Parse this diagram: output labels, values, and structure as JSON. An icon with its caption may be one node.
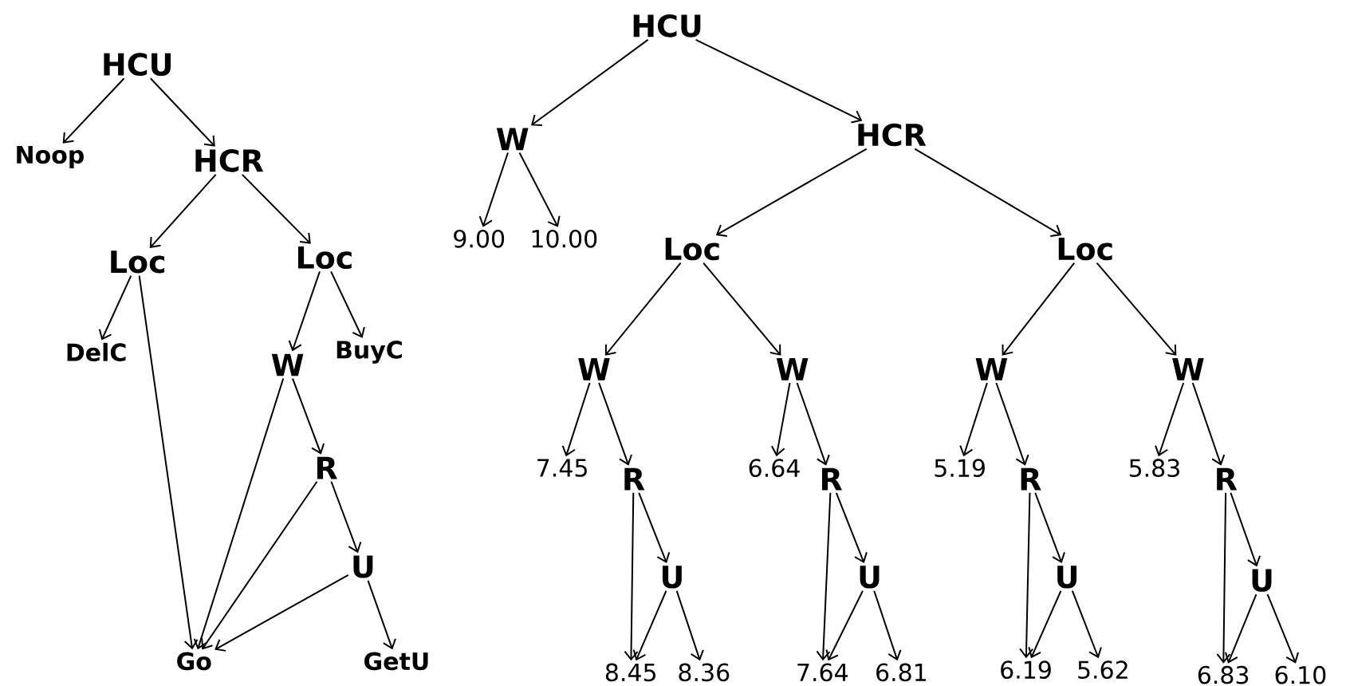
{
  "diagram": {
    "nodes": [
      {
        "text": [
          "HCU"
        ]
      },
      {
        "text": [
          "Noop"
        ]
      },
      {
        "text": [
          "HCR"
        ]
      },
      {
        "text": [
          "Loc"
        ]
      },
      {
        "text": [
          "Loc"
        ]
      },
      {
        "text": [
          "DelC"
        ]
      },
      {
        "text": [
          "W"
        ]
      },
      {
        "text": [
          "BuyC"
        ]
      },
      {
        "text": [
          "R"
        ]
      },
      {
        "text": [
          "U"
        ]
      },
      {
        "text": [
          "Go"
        ]
      },
      {
        "text": [
          "GetU"
        ]
      },
      {
        "text": [
          "HCU"
        ]
      },
      {
        "text": [
          "W"
        ]
      },
      {
        "text": [
          "HCR"
        ]
      },
      {
        "text": [
          "9.00"
        ]
      },
      {
        "text": [
          "10.00"
        ]
      },
      {
        "text": [
          "Loc"
        ]
      },
      {
        "text": [
          "Loc"
        ]
      },
      {
        "text": [
          "W"
        ]
      },
      {
        "text": [
          "W"
        ]
      },
      {
        "text": [
          "W"
        ]
      },
      {
        "text": [
          "W"
        ]
      },
      {
        "text": [
          "7.45"
        ]
      },
      {
        "text": [
          "R"
        ]
      },
      {
        "text": [
          "6.64"
        ]
      },
      {
        "text": [
          "R"
        ]
      },
      {
        "text": [
          "5.19"
        ]
      },
      {
        "text": [
          "R"
        ]
      },
      {
        "text": [
          "5.83"
        ]
      },
      {
        "text": [
          "R"
        ]
      },
      {
        "text": [
          "U"
        ]
      },
      {
        "text": [
          "8.45"
        ]
      },
      {
        "text": [
          "8.36"
        ]
      },
      {
        "text": [
          "U"
        ]
      },
      {
        "text": [
          "7.64"
        ]
      },
      {
        "text": [
          "6.81"
        ]
      },
      {
        "text": [
          "U"
        ]
      },
      {
        "text": [
          "6.19"
        ]
      },
      {
        "text": [
          "5.62"
        ]
      },
      {
        "text": [
          "U"
        ]
      },
      {
        "text": [
          "6.83"
        ]
      },
      {
        "text": [
          "6.10"
        ]
      }
    ],
    "edges": [
      {
        "from": 0,
        "to": 1,
        "arrow": "to"
      },
      {
        "from": 0,
        "to": 2,
        "arrow": "to"
      },
      {
        "from": 2,
        "to": 3,
        "arrow": "to"
      },
      {
        "from": 2,
        "to": 4,
        "arrow": "to"
      },
      {
        "from": 3,
        "to": 5,
        "arrow": "to"
      },
      {
        "from": 3,
        "to": 10,
        "arrow": "to"
      },
      {
        "from": 4,
        "to": 6,
        "arrow": "to"
      },
      {
        "from": 4,
        "to": 7,
        "arrow": "to"
      },
      {
        "from": 6,
        "to": 10,
        "arrow": "to"
      },
      {
        "from": 6,
        "to": 8,
        "arrow": "to"
      },
      {
        "from": 8,
        "to": 10,
        "arrow": "to"
      },
      {
        "from": 8,
        "to": 9,
        "arrow": "to"
      },
      {
        "from": 9,
        "to": 10,
        "arrow": "to"
      },
      {
        "from": 9,
        "to": 11,
        "arrow": "to"
      },
      {
        "from": 12,
        "to": 13,
        "arrow": "to"
      },
      {
        "from": 12,
        "to": 14,
        "arrow": "to"
      },
      {
        "from": 13,
        "to": 15,
        "arrow": "to"
      },
      {
        "from": 13,
        "to": 16,
        "arrow": "to"
      },
      {
        "from": 14,
        "to": 17,
        "arrow": "to"
      },
      {
        "from": 14,
        "to": 18,
        "arrow": "to"
      },
      {
        "from": 17,
        "to": 19,
        "arrow": "to"
      },
      {
        "from": 17,
        "to": 20,
        "arrow": "to"
      },
      {
        "from": 18,
        "to": 21,
        "arrow": "to"
      },
      {
        "from": 18,
        "to": 22,
        "arrow": "to"
      },
      {
        "from": 19,
        "to": 23,
        "arrow": "to"
      },
      {
        "from": 19,
        "to": 24,
        "arrow": "to"
      },
      {
        "from": 20,
        "to": 25,
        "arrow": "to"
      },
      {
        "from": 20,
        "to": 26,
        "arrow": "to"
      },
      {
        "from": 21,
        "to": 27,
        "arrow": "to"
      },
      {
        "from": 21,
        "to": 28,
        "arrow": "to"
      },
      {
        "from": 22,
        "to": 29,
        "arrow": "to"
      },
      {
        "from": 22,
        "to": 30,
        "arrow": "to"
      },
      {
        "from": 24,
        "to": 31,
        "arrow": "to"
      },
      {
        "from": 24,
        "to": 32,
        "arrow": "to"
      },
      {
        "from": 31,
        "to": 32,
        "arrow": "to"
      },
      {
        "from": 31,
        "to": 33,
        "arrow": "to"
      },
      {
        "from": 26,
        "to": 34,
        "arrow": "to"
      },
      {
        "from": 26,
        "to": 35,
        "arrow": "to"
      },
      {
        "from": 34,
        "to": 35,
        "arrow": "to"
      },
      {
        "from": 34,
        "to": 36,
        "arrow": "to"
      },
      {
        "from": 28,
        "to": 37,
        "arrow": "to"
      },
      {
        "from": 28,
        "to": 38,
        "arrow": "to"
      },
      {
        "from": 37,
        "to": 38,
        "arrow": "to"
      },
      {
        "from": 37,
        "to": 39,
        "arrow": "to"
      },
      {
        "from": 30,
        "to": 40,
        "arrow": "to"
      },
      {
        "from": 30,
        "to": 41,
        "arrow": "to"
      },
      {
        "from": 40,
        "to": 41,
        "arrow": "to"
      },
      {
        "from": 40,
        "to": 42,
        "arrow": "to"
      }
    ]
  }
}
